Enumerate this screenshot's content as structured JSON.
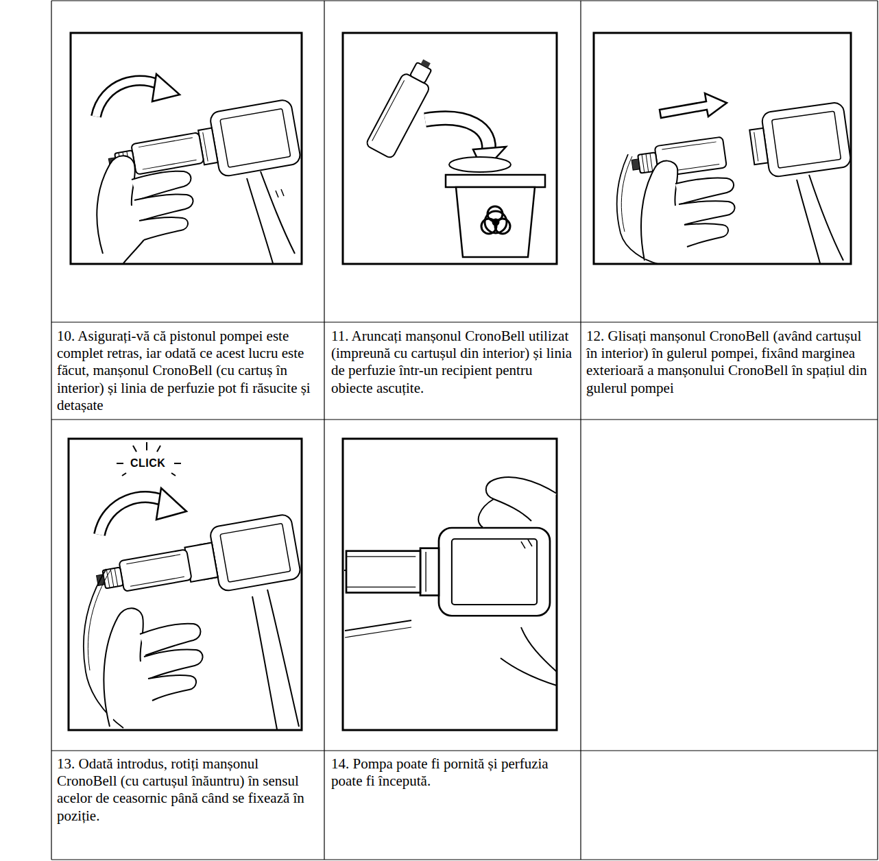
{
  "diagram": {
    "labels": [
      "10. Asigurați-vă că pistonul pompei este complet retras, iar odată ce acest lucru este făcut, manșonul CronoBell (cu cartuș în interior) și linia de perfuzie pot fi răsucite și detașate",
      "11. Aruncați manșonul CronoBell utilizat (impreună cu cartușul din interior) și linia de perfuzie într-un recipient pentru obiecte ascuțite.",
      "12. Glisați manșonul CronoBell (având cartușul în interior) în gulerul pompei, fixând marginea exterioară a manșonului CronoBell în spațiul din gulerul pompei",
      "CLICK",
      "13. Odată introdus, rotiți manșonul CronoBell (cu cartușul înăuntru) în sensul acelor de ceasornic până când se fixează în poziție.",
      "14. Pompa poate fi pornită și perfuzia poate fi începută."
    ]
  }
}
